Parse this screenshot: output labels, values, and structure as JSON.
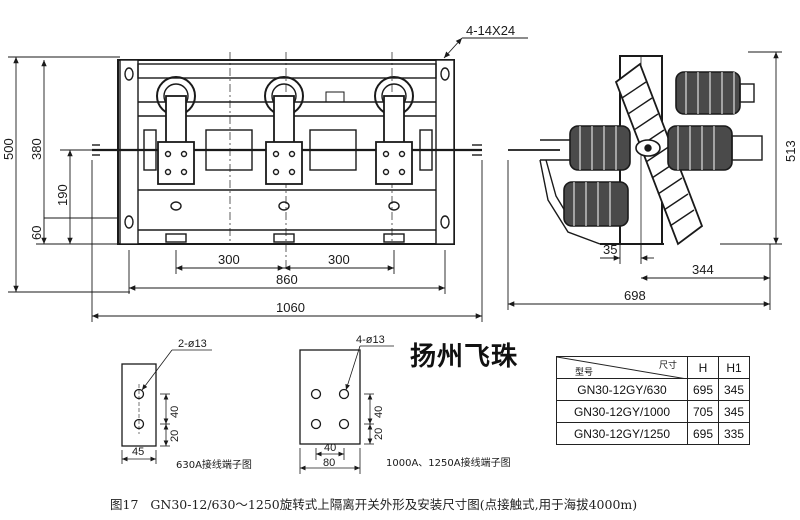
{
  "front_view": {
    "hole_label": "4-14X24",
    "dims": {
      "h500": "500",
      "h380": "380",
      "h190": "190",
      "h60": "60",
      "w300a": "300",
      "w300b": "300",
      "w860": "860",
      "w1060": "1060"
    }
  },
  "side_view": {
    "dims": {
      "h513": "513",
      "w35": "35",
      "w344": "344",
      "w698": "698"
    }
  },
  "terminal_630": {
    "hole_label": "2-ø13",
    "dims": {
      "d40": "40",
      "d20": "20",
      "d45": "45"
    },
    "caption": "630A接线端子图"
  },
  "terminal_1000": {
    "hole_label": "4-ø13",
    "dims": {
      "d40v": "40",
      "d20": "20",
      "d40h": "40",
      "d80": "80"
    },
    "caption": "1000A、1250A接线端子图"
  },
  "brand": "扬州飞珠",
  "spec_table": {
    "corner_left": "型号",
    "corner_right": "尺寸",
    "columns": [
      "H",
      "H1"
    ],
    "rows": [
      {
        "model": "GN30-12GY/630",
        "H": "695",
        "H1": "345"
      },
      {
        "model": "GN30-12GY/1000",
        "H": "705",
        "H1": "345"
      },
      {
        "model": "GN30-12GY/1250",
        "H": "695",
        "H1": "335"
      }
    ]
  },
  "figure_caption": {
    "label": "图17",
    "text": "GN30-12/630～1250旋转式上隔离开关外形及安装尺寸图(点接触式,用于海拔4000m)"
  }
}
